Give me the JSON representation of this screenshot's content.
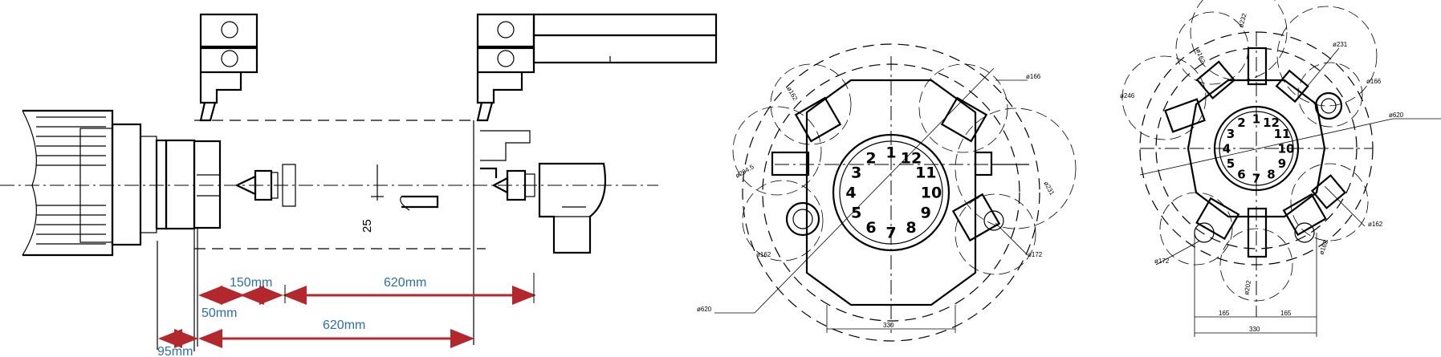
{
  "colors": {
    "dimension_text": "#2d6fa6",
    "arrow": "#b3282d",
    "line": "#000000"
  },
  "side_view": {
    "dims": {
      "d150": "150mm",
      "d620_top": "620mm",
      "d50": "50mm",
      "d620_bottom": "620mm",
      "d95": "95mm",
      "d25": "25"
    }
  },
  "turret_a": {
    "labels": {
      "d162_top": "ø162",
      "d166": "ø166",
      "d204": "ø204.5",
      "d231": "ø231",
      "d162_bottom": "ø162",
      "d172": "ø172",
      "d620": "ø620",
      "w330": "330"
    },
    "station_numbers": [
      "1",
      "2",
      "3",
      "4",
      "5",
      "6",
      "7",
      "8",
      "9",
      "10",
      "11",
      "12"
    ]
  },
  "turret_b": {
    "labels": {
      "d232": "ø232",
      "d231": "ø231",
      "d246": "ø246",
      "d166": "ø166",
      "d620": "ø620",
      "d162": "ø162",
      "d172": "ø172",
      "d162_top": "ø162",
      "d162_low": "ø162",
      "d202": "ø202",
      "w165_left": "165",
      "w165_right": "165",
      "w330": "330"
    },
    "station_numbers": [
      "1",
      "2",
      "3",
      "4",
      "5",
      "6",
      "7",
      "8",
      "9",
      "10",
      "11",
      "12"
    ]
  }
}
